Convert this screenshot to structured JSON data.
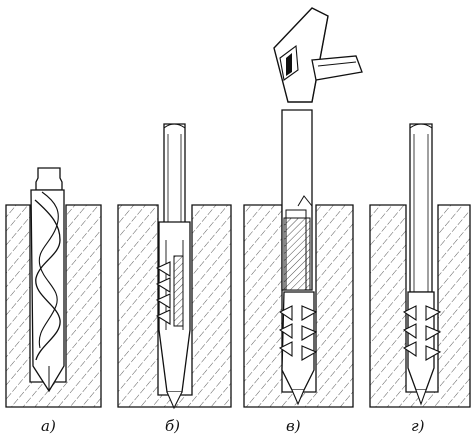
{
  "captions": [
    "а)",
    "б)",
    "в)",
    "г)"
  ]
}
